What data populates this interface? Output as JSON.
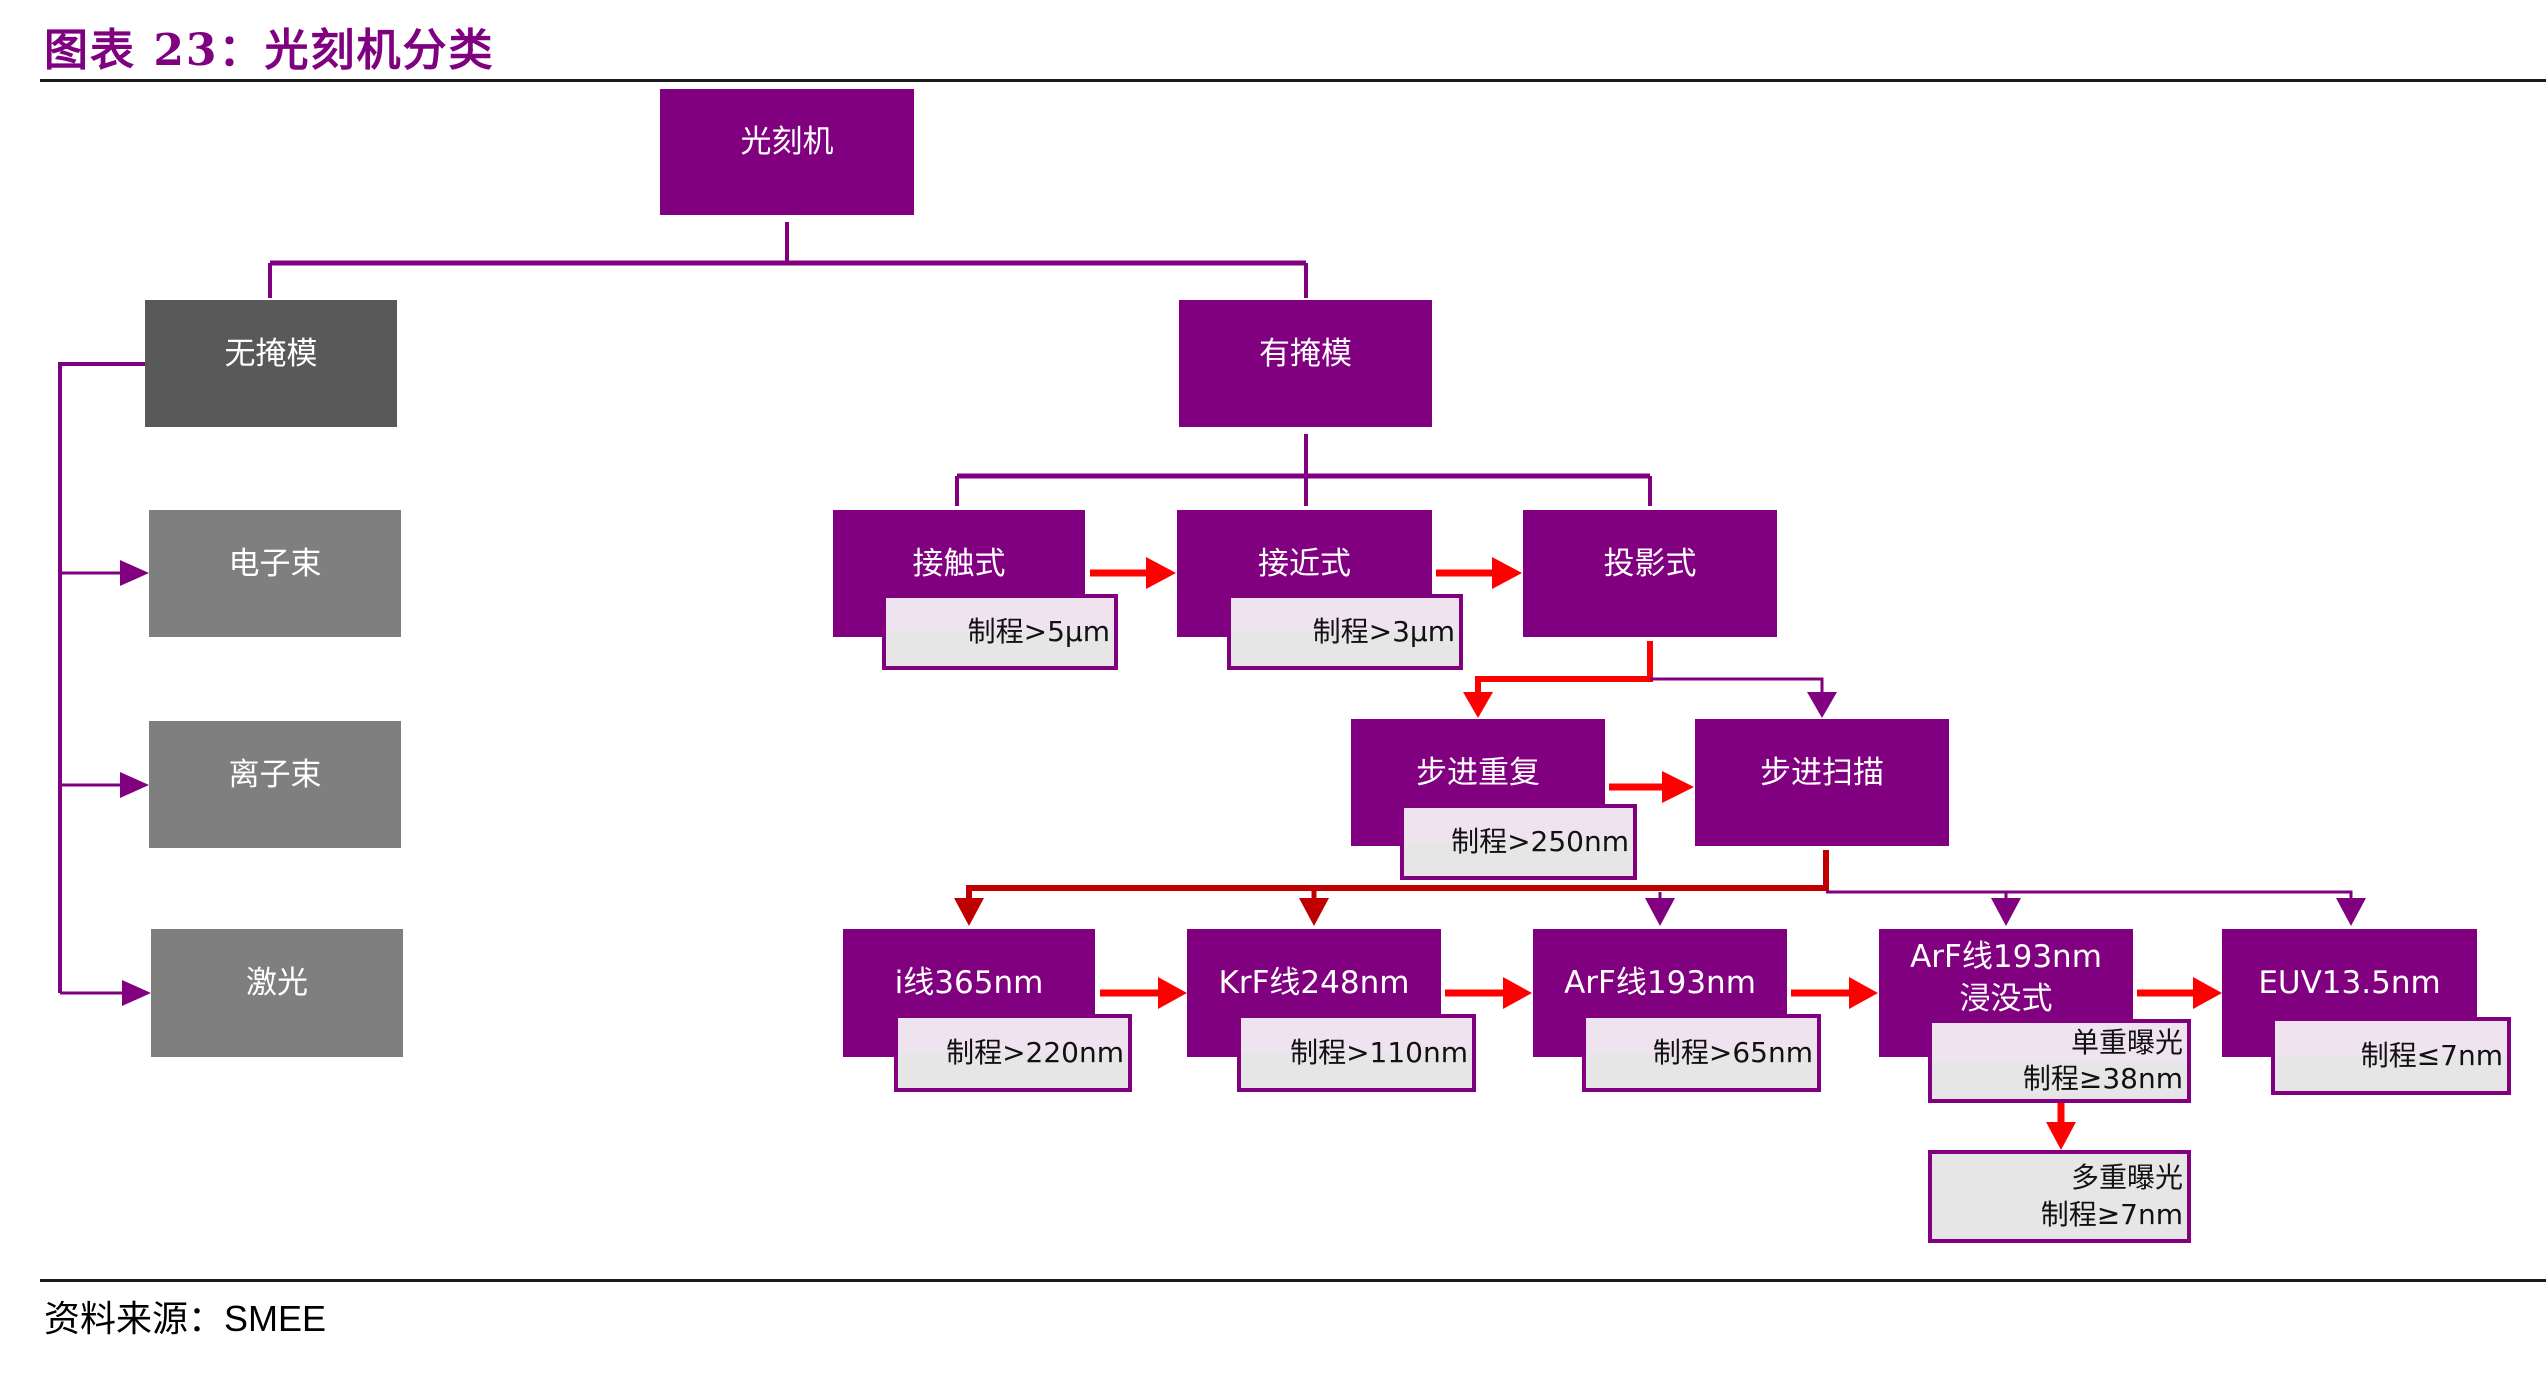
{
  "header": {
    "title": "图表 23：光刻机分类"
  },
  "footer": {
    "source_label": "资料来源：",
    "source_value": "SMEE"
  },
  "colors": {
    "brand_purple": "#800080",
    "arrow_red": "#ff0000",
    "dark_red": "#c00000",
    "dark_gray": "#595959",
    "mid_gray": "#7f7f7f"
  },
  "diagram": {
    "root": "光刻机",
    "maskless": {
      "label": "无掩模",
      "children": [
        "电子束",
        "离子束",
        "激光"
      ]
    },
    "masked": {
      "label": "有掩模",
      "types": [
        {
          "label": "接触式",
          "note": "制程>5μm"
        },
        {
          "label": "接近式",
          "note": "制程>3μm"
        },
        {
          "label": "投影式"
        }
      ],
      "projection": [
        {
          "label": "步进重复",
          "note": "制程>250nm"
        },
        {
          "label": "步进扫描"
        }
      ],
      "light_sources": [
        {
          "label": "i线365nm",
          "note": "制程>220nm"
        },
        {
          "label": "KrF线248nm",
          "note": "制程>110nm"
        },
        {
          "label": "ArF线193nm",
          "note": "制程>65nm"
        },
        {
          "label": "ArF线193nm",
          "label2": "浸没式",
          "note_line1": "单重曝光",
          "note_line2": "制程≥38nm"
        },
        {
          "label": "EUV13.5nm",
          "note": "制程≤7nm"
        }
      ],
      "multi_exposure": {
        "line1": "多重曝光",
        "line2": "制程≥7nm"
      }
    }
  }
}
